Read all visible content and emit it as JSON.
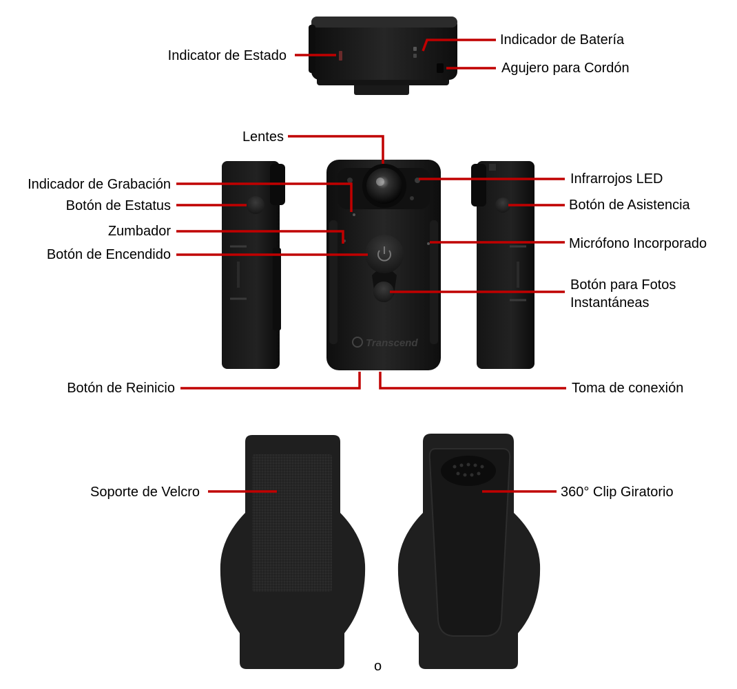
{
  "labels": {
    "status_indicator": "Indicator de Estado",
    "battery_indicator": "Indicador de Batería",
    "lanyard_hole": "Agujero para Cordón",
    "lens": "Lentes",
    "recording_indicator": "Indicador de Grabación",
    "status_button": "Botón de Estatus",
    "buzzer": "Zumbador",
    "power_button": "Botón de Encendido",
    "infrared_led": "Infrarrojos LED",
    "assist_button": "Botón de Asistencia",
    "microphone": "Micrófono Incorporado",
    "snapshot_line1": "Botón para Fotos",
    "snapshot_line2": "Instantáneas",
    "reset_button": "Botón de Reinicio",
    "connection_port": "Toma de conexión",
    "velcro_mount": "Soporte de Velcro",
    "rotating_clip": "360° Clip Giratorio",
    "or": "o"
  },
  "device": {
    "brand": "Transcend"
  },
  "colors": {
    "leader": "#c00000",
    "body": "#1c1c1c",
    "body_dark": "#0d0d0d",
    "edge": "#3a3a3a"
  }
}
